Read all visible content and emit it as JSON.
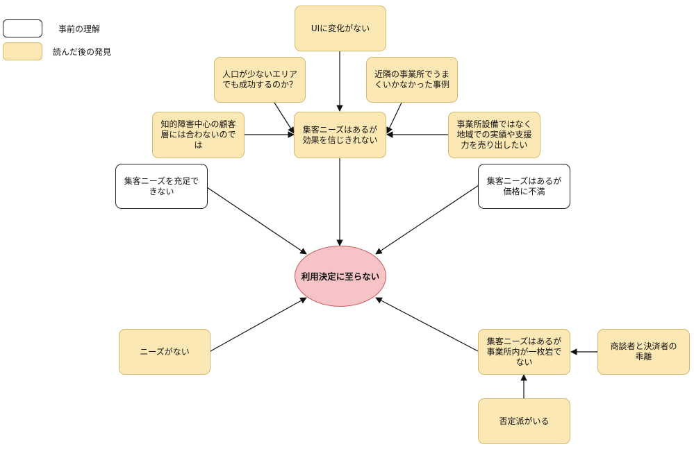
{
  "legend": {
    "prior_label": "事前の理解",
    "found_label": "読んだ後の発見"
  },
  "colors": {
    "found_fill": "#fce8b5",
    "found_border": "#d7b870",
    "prior_fill": "#ffffff",
    "goal_fill": "#f6c4c6",
    "goal_border": "#c55a5f"
  },
  "nodes": {
    "ui_no_change": "UIに変化がない",
    "few_people_area": "人口が少ないエリア\nでも成功するのか？",
    "nearby_failure": "近隣の事業所でうま\nくいかなかった事例",
    "intellectual_clients": "知的障害中心の顧客\n層には合わないので\nは",
    "doubt_effect": "集客ニーズはあるが\n効果を信じきれない",
    "sell_regional": "事業所設備ではなく\n地域での実績や支援\n力を売り出したい",
    "cannot_meet_needs": "集客ニーズを充足で\nきない",
    "price_dissatisfied": "集客ニーズはあるが\n価格に不満",
    "goal": "利用決定に至らない",
    "no_needs": "ニーズがない",
    "not_united": "集客ニーズはあるが\n事業所内が一枚岩で\nない",
    "negotiator_gap": "商談者と決済者の\n乖離",
    "opposition": "否定派がいる"
  }
}
